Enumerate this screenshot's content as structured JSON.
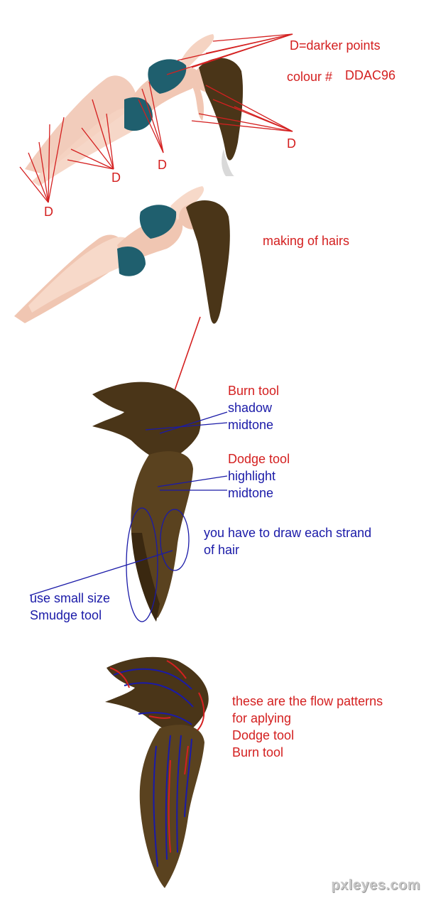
{
  "step1": {
    "legend": "D=darker points",
    "colour_label": "colour #",
    "colour_value": "DDAC96",
    "d_markers": [
      "D",
      "D",
      "D",
      "D"
    ]
  },
  "step2": {
    "caption": "making of hairs"
  },
  "step3": {
    "burn_title": "Burn tool",
    "burn_line1": "shadow",
    "burn_line2": "midtone",
    "dodge_title": "Dodge tool",
    "dodge_line1": "highlight",
    "dodge_line2": "midtone",
    "strand_line1": "you have to draw each strand",
    "strand_line2": "of hair",
    "smudge_line1": "use small size",
    "smudge_line2": "Smudge tool"
  },
  "step4": {
    "line1": "these are the flow patterns",
    "line2": "for aplying",
    "line3": "Dodge tool",
    "line4": "Burn tool"
  },
  "watermark": "pxleyes.com",
  "colors": {
    "annotation_red": "#d42020",
    "annotation_blue": "#1a1aa8",
    "skin": "#DDAC96",
    "shorts": "#1f5f6e",
    "hair": "#4a3518"
  }
}
